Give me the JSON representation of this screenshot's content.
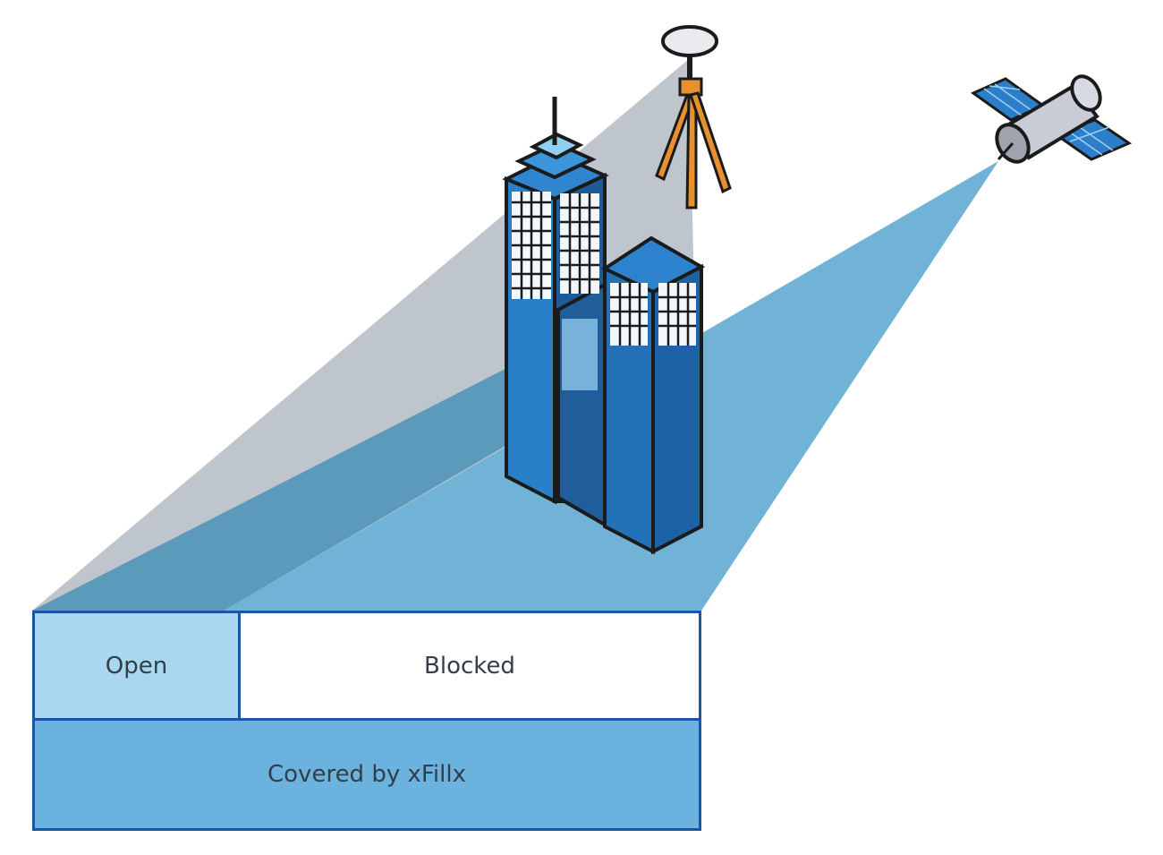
{
  "coverage_table": {
    "open_label": "Open",
    "blocked_label": "Blocked",
    "covered_label": "Covered by xFillx"
  },
  "colors": {
    "ground_shadow": "#bfc5cc",
    "satellite_beam": "#70b3d6",
    "building_light": "#2a80c8",
    "building_dark": "#1e5a97",
    "open_cell": "#a9d7ef",
    "covered_cell": "#6cb2df",
    "border": "#1a56a6"
  },
  "icons": [
    "building-icon",
    "gnss-antenna-tripod-icon",
    "satellite-icon"
  ]
}
